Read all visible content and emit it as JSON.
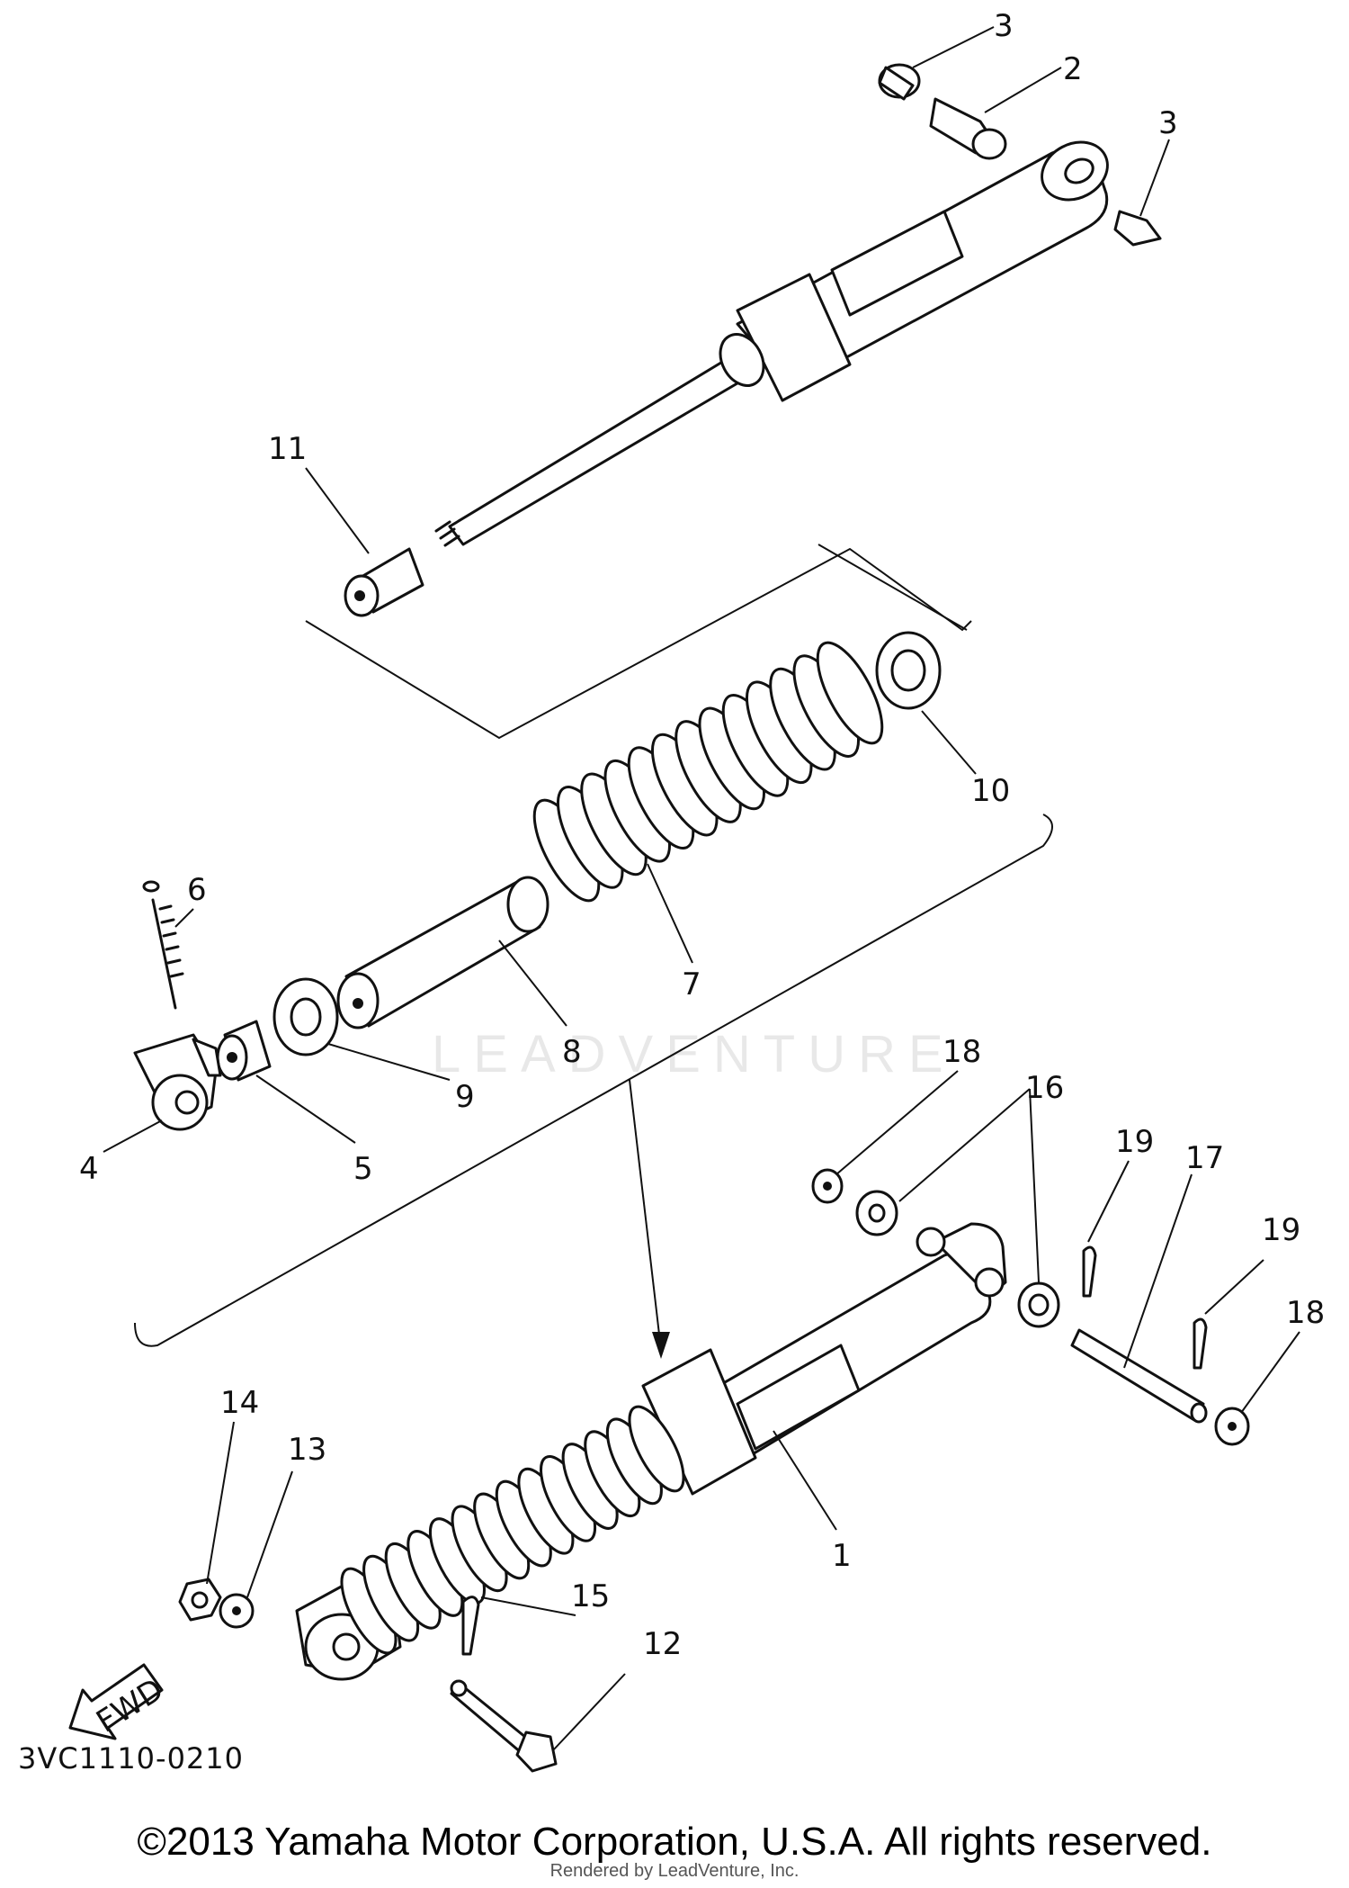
{
  "diagram": {
    "callouts": [
      "1",
      "2",
      "3",
      "4",
      "5",
      "6",
      "7",
      "8",
      "9",
      "10",
      "11",
      "12",
      "13",
      "14",
      "15",
      "16",
      "17",
      "18",
      "19"
    ],
    "fwd_label": "FWD",
    "drawing_code": "3VC1110-0210",
    "watermark": "LEADVENTURE"
  },
  "footer": {
    "copyright": "©2013 Yamaha Motor Corporation, U.S.A. All rights reserved.",
    "rendered_by": "Rendered by LeadVenture, Inc."
  }
}
